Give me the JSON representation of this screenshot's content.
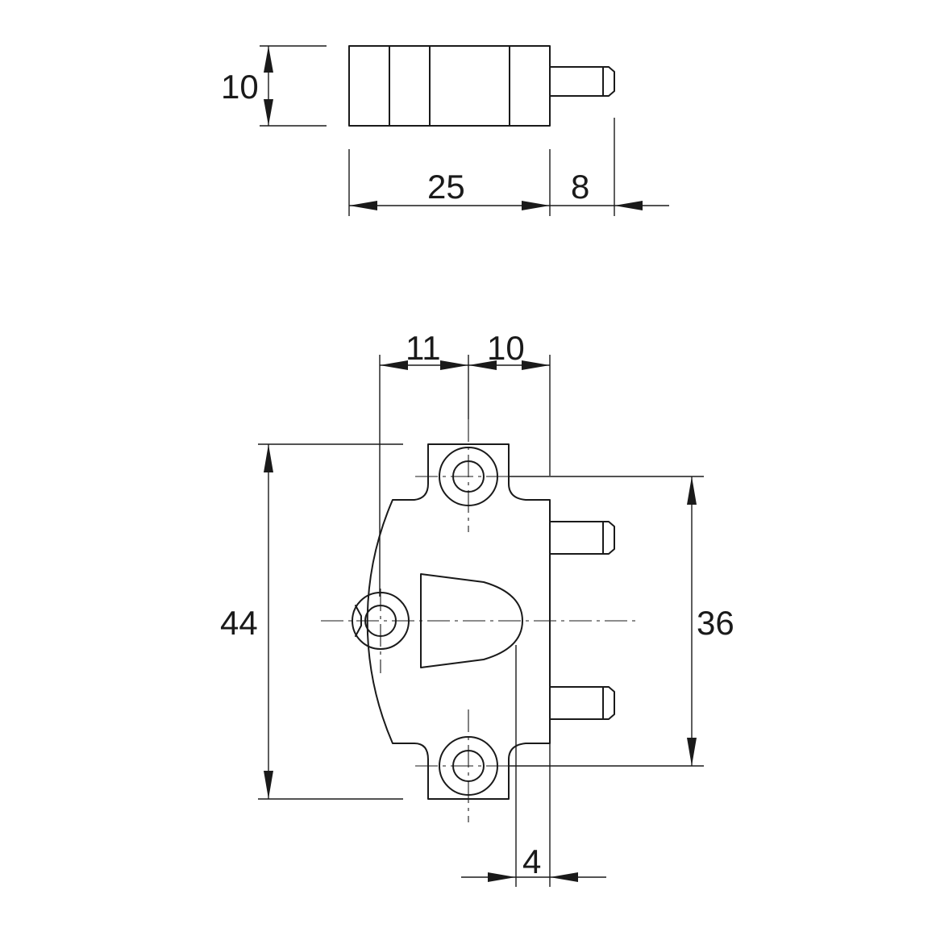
{
  "dimensions": {
    "top_height": "10",
    "top_body_length": "25",
    "top_pin_length": "8",
    "front_hole_offset_left": "11",
    "front_hole_offset_right": "10",
    "front_overall_height": "44",
    "front_hole_spacing": "36",
    "front_pin_offset": "4"
  },
  "colors": {
    "line": "#1a1a1a",
    "background": "#ffffff"
  }
}
